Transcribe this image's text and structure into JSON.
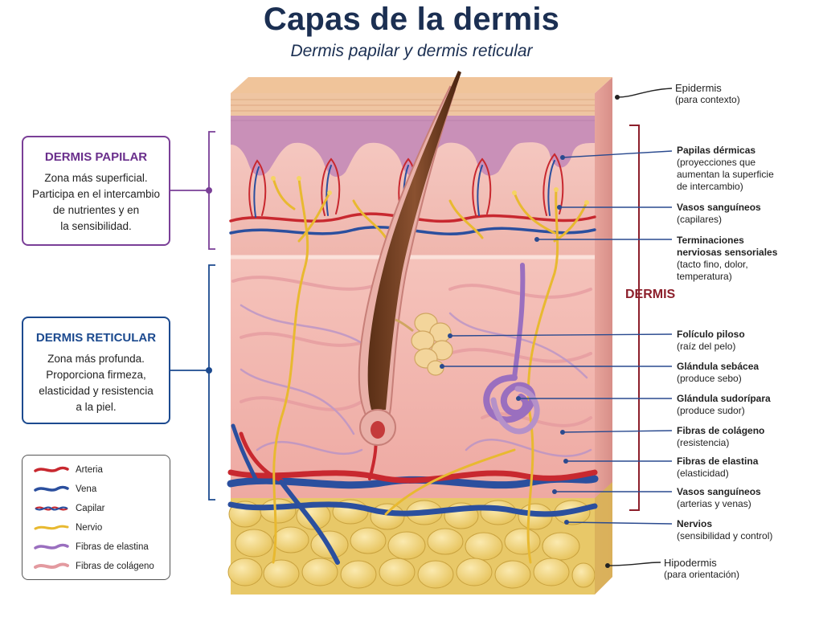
{
  "title": "Capas de la dermis",
  "subtitle": "Dermis papilar y dermis reticular",
  "boxes": {
    "papilar": {
      "title": "DERMIS PAPILAR",
      "desc": [
        "Zona más superficial.",
        "Participa en el intercambio",
        "de nutrientes y en",
        "la sensibilidad."
      ]
    },
    "reticular": {
      "title": "DERMIS RETICULAR",
      "desc": [
        "Zona más profunda.",
        "Proporciona firmeza,",
        "elasticidad y resistencia",
        "a la piel."
      ]
    }
  },
  "legend": {
    "items": [
      {
        "label": "Arteria",
        "color": "#c8282f"
      },
      {
        "label": "Vena",
        "color": "#2b4f9e"
      },
      {
        "label": "Capilar",
        "color": "#c8282f"
      },
      {
        "label": "Nervio",
        "color": "#e8b930"
      },
      {
        "label": "Fibras de elastina",
        "color": "#9a6fbf"
      },
      {
        "label": "Fibras de colágeno",
        "color": "#e39aa0"
      }
    ]
  },
  "dermis_label": "DERMIS",
  "labels": {
    "epidermis": {
      "title": "Epidermis",
      "sub": [
        "(para contexto)"
      ]
    },
    "papilas": {
      "title": "Papilas dérmicas",
      "sub": [
        "(proyecciones que",
        "aumentan la superficie",
        "de intercambio)"
      ]
    },
    "vasos_cap": {
      "title": "Vasos sanguíneos",
      "sub": [
        "(capilares)"
      ]
    },
    "terminaciones": {
      "title": "Terminaciones nerviosas sensoriales",
      "title_lines": [
        "Terminaciones",
        "nerviosas sensoriales"
      ],
      "sub": [
        "(tacto fino, dolor,",
        "temperatura)"
      ]
    },
    "foliculo": {
      "title": "Folículo piloso",
      "sub": [
        "(raíz del pelo)"
      ]
    },
    "sebacea": {
      "title": "Glándula sebácea",
      "sub": [
        "(produce sebo)"
      ]
    },
    "sudoripara": {
      "title": "Glándula sudorípara",
      "sub": [
        "(produce sudor)"
      ]
    },
    "colageno": {
      "title": "Fibras de colágeno",
      "sub": [
        "(resistencia)"
      ]
    },
    "elastina": {
      "title": "Fibras de elastina",
      "sub": [
        "(elasticidad)"
      ]
    },
    "vasos_art": {
      "title": "Vasos sanguíneos",
      "sub": [
        "(arterias y venas)"
      ]
    },
    "nervios": {
      "title": "Nervios",
      "sub": [
        "(sensibilidad y control)"
      ]
    },
    "hipodermis": {
      "title": "Hipodermis",
      "sub": [
        "(para orientación)"
      ]
    }
  },
  "colors": {
    "title": "#1b2f52",
    "papilar": "#7a3f97",
    "reticular": "#1c4a8f",
    "dermis": "#8c1f2b",
    "artery": "#c8282f",
    "vein": "#2b4f9e",
    "nerve": "#e8b930",
    "fat": "#f1d67a",
    "dermis_tissue": "#f2b8b0",
    "epidermis": "#c98fb7"
  }
}
